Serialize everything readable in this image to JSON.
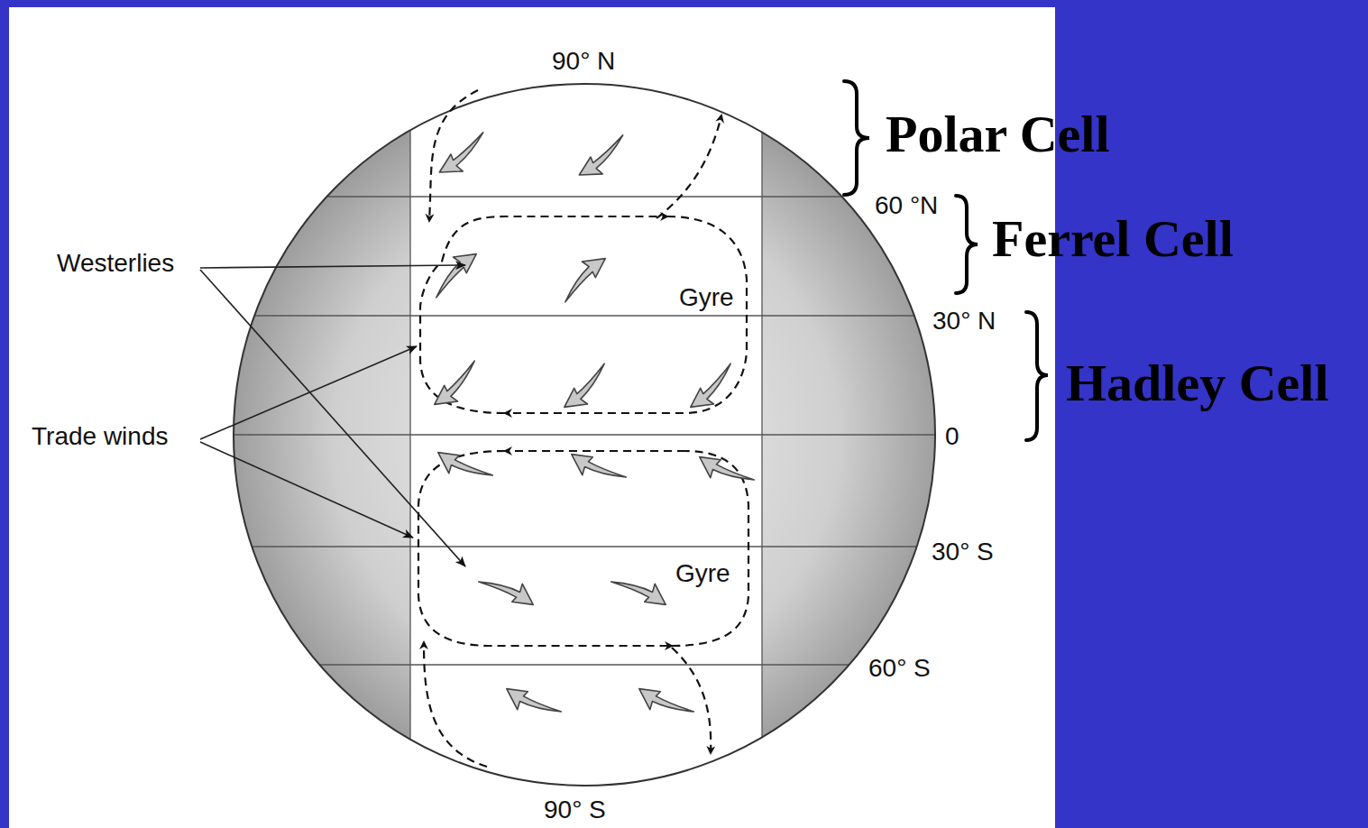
{
  "diagram": {
    "labels": [
      "90° N",
      "Polar Cell",
      "60 °N",
      "Ferrel Cell",
      "Westerlies",
      "Gyre",
      "30° N",
      "Hadley Cell",
      "Trade winds",
      "0",
      "Gyre",
      "30° S",
      "60° S",
      "90° S"
    ]
  }
}
